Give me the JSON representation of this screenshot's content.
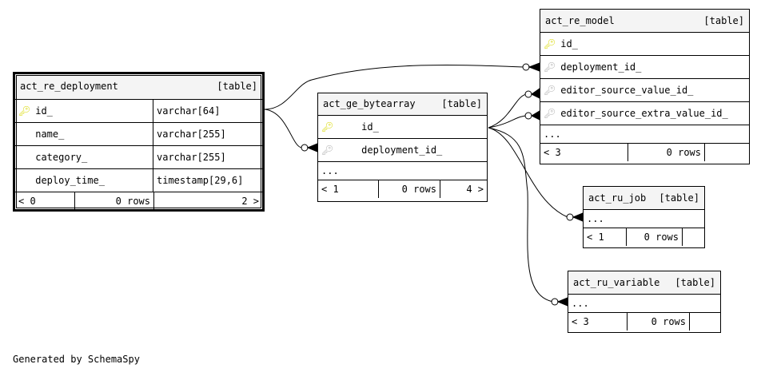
{
  "tables": {
    "deployment": {
      "name": "act_re_deployment",
      "kind": "[table]",
      "columns": [
        {
          "name": "id_",
          "type": "varchar[64]",
          "key": "primary"
        },
        {
          "name": "name_",
          "type": "varchar[255]",
          "key": ""
        },
        {
          "name": "category_",
          "type": "varchar[255]",
          "key": ""
        },
        {
          "name": "deploy_time_",
          "type": "timestamp[29,6]",
          "key": ""
        }
      ],
      "footer": {
        "parents": "< 0",
        "rows": "0 rows",
        "children": "2 >"
      }
    },
    "bytearray": {
      "name": "act_ge_bytearray",
      "kind": "[table]",
      "columns": [
        {
          "name": "id_",
          "key": "primary"
        },
        {
          "name": "deployment_id_",
          "key": "foreign"
        }
      ],
      "more": "...",
      "footer": {
        "parents": "< 1",
        "rows": "0 rows",
        "children": "4 >"
      }
    },
    "model": {
      "name": "act_re_model",
      "kind": "[table]",
      "columns": [
        {
          "name": "id_",
          "key": "primary"
        },
        {
          "name": "deployment_id_",
          "key": "foreign"
        },
        {
          "name": "editor_source_value_id_",
          "key": "foreign"
        },
        {
          "name": "editor_source_extra_value_id_",
          "key": "foreign"
        }
      ],
      "more": "...",
      "footer": {
        "parents": "< 3",
        "rows": "0 rows",
        "children": ""
      }
    },
    "job": {
      "name": "act_ru_job",
      "kind": "[table]",
      "more": "...",
      "footer": {
        "parents": "< 1",
        "rows": "0 rows",
        "children": ""
      }
    },
    "variable": {
      "name": "act_ru_variable",
      "kind": "[table]",
      "more": "...",
      "footer": {
        "parents": "< 3",
        "rows": "0 rows",
        "children": ""
      }
    }
  },
  "icons": {
    "primary_key": "key-icon",
    "foreign_key": "key-icon"
  },
  "colors": {
    "primary_key": "#d9d900",
    "foreign_key": "#b0b0b0",
    "header_bg": "#f4f4f4"
  },
  "credit": "Generated by SchemaSpy"
}
